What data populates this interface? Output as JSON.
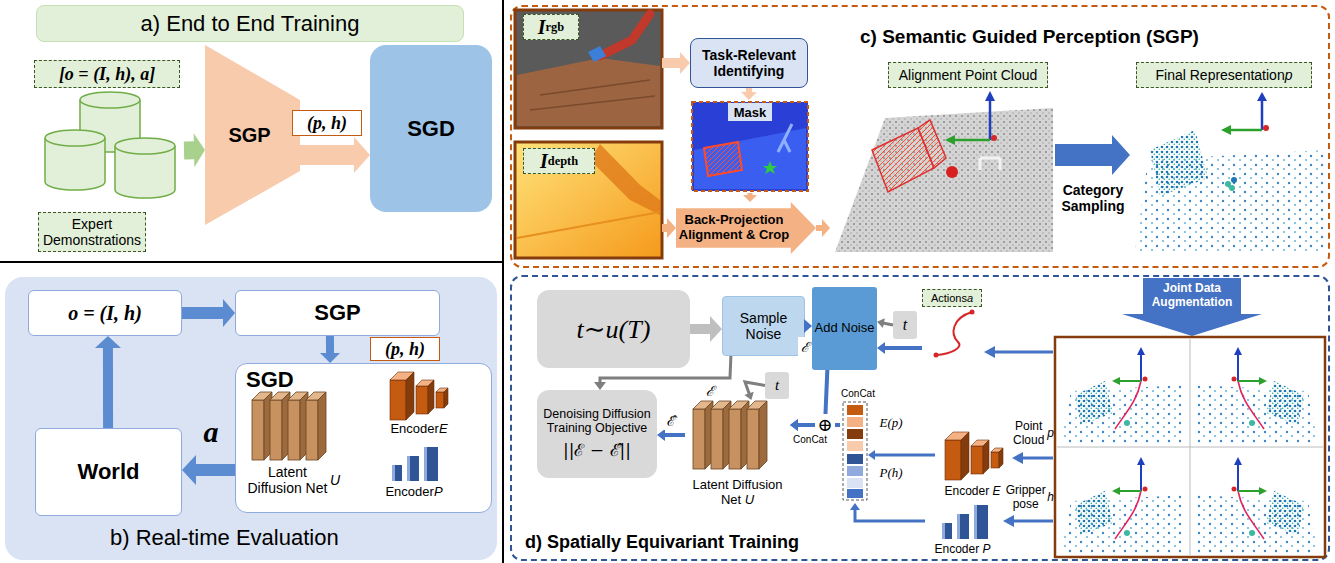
{
  "diagram": {
    "nodes": [
      {
        "text": [
          "a) End to End Training"
        ]
      },
      {
        "text": [
          "[o = (I, h), a]",
          "Expert Demonstrations"
        ]
      },
      {
        "text": [
          "SGP"
        ]
      },
      {
        "text": [
          "SGD"
        ]
      },
      {
        "text": [
          "b) Real-time Evaluation"
        ]
      },
      {
        "text": [
          "o = (I, h)"
        ],
        "in": 4
      },
      {
        "text": [
          "SGP"
        ],
        "in": 4
      },
      {
        "text": [
          "SGD"
        ],
        "in": 4
      },
      {
        "text": [
          "World"
        ],
        "in": 4
      },
      {
        "text": [
          "c) Semantic Guided Perception (SGP)"
        ]
      },
      {
        "text": [
          "Irgb"
        ],
        "in": 9
      },
      {
        "text": [
          "Idepth"
        ],
        "in": 9
      },
      {
        "text": [
          "Task-Relevant Identifying"
        ],
        "in": 9
      },
      {
        "text": [
          "Mask"
        ],
        "in": 9
      },
      {
        "text": [
          "Back-Projection Alignment & Crop"
        ],
        "in": 9
      },
      {
        "text": [
          "Alignment Point Cloud"
        ],
        "in": 9
      },
      {
        "text": [
          "Final Representation p"
        ],
        "in": 9
      },
      {
        "text": [
          "d) Spatially Equivariant Training"
        ]
      },
      {
        "text": [
          "t∼u(T)"
        ],
        "in": 17
      },
      {
        "text": [
          "Sample Noise"
        ],
        "in": 17
      },
      {
        "text": [
          "Add Noise"
        ],
        "in": 17
      },
      {
        "text": [
          "t"
        ],
        "in": 17
      },
      {
        "text": [
          "Actions a"
        ],
        "in": 17
      },
      {
        "text": [
          "Joint Data Augmentation"
        ],
        "in": 17
      },
      {
        "text": [
          "Denoising Diffusion Training Objective",
          "||ℰ − ℰ̂||"
        ],
        "in": 17
      },
      {
        "text": [
          "Latent Diffusion Net U"
        ],
        "in": 17
      },
      {
        "text": [
          "t"
        ],
        "in": 17
      },
      {
        "text": [
          "ConCat",
          "E(p)",
          "P(h)"
        ],
        "in": 17
      },
      {
        "text": [
          "Encoder E"
        ],
        "in": 17
      },
      {
        "text": [
          "Encoder P"
        ],
        "in": 17
      }
    ],
    "edges": [
      {
        "from": 1,
        "to": 2,
        "arrow": "to"
      },
      {
        "from": 2,
        "to": 3,
        "label": "(p, h)",
        "arrow": "to"
      },
      {
        "from": 5,
        "to": 6,
        "arrow": "to"
      },
      {
        "from": 6,
        "to": 7,
        "label": "(p, h)",
        "arrow": "to"
      },
      {
        "from": 7,
        "to": 8,
        "label": "a",
        "arrow": "to"
      },
      {
        "from": 8,
        "to": 5,
        "arrow": "to"
      },
      {
        "from": 10,
        "to": 12,
        "arrow": "to"
      },
      {
        "from": 12,
        "to": 13,
        "arrow": "to"
      },
      {
        "from": 13,
        "to": 14,
        "arrow": "to"
      },
      {
        "from": 11,
        "to": 14,
        "arrow": "to"
      },
      {
        "from": 14,
        "to": 15,
        "arrow": "to"
      },
      {
        "from": 15,
        "to": 16,
        "label": "Category Sampling",
        "arrow": "to"
      },
      {
        "from": 18,
        "to": 19,
        "arrow": "to"
      },
      {
        "from": 19,
        "to": 20,
        "label": "ℰ",
        "arrow": "to"
      },
      {
        "from": 19,
        "to": 24,
        "label": "ℰ",
        "arrow": "to"
      },
      {
        "from": 21,
        "to": 20,
        "arrow": "to"
      },
      {
        "from": 22,
        "to": 20,
        "arrow": "to"
      },
      {
        "from": 20,
        "to": 25,
        "arrow": "to"
      },
      {
        "from": 27,
        "to": 25,
        "arrow": "to"
      },
      {
        "from": 26,
        "to": 25,
        "arrow": "to"
      },
      {
        "from": 25,
        "to": 24,
        "label": "ℰ̂",
        "arrow": "to"
      },
      {
        "from": 28,
        "to": 27,
        "arrow": "to"
      },
      {
        "from": 29,
        "to": 27,
        "arrow": "to"
      }
    ],
    "labels": [
      "Latent Diffusion Net U",
      "Encoder E",
      "Encoder P",
      "⊕",
      "ConCat",
      "Point Cloud p",
      "Gripper pose h"
    ]
  }
}
